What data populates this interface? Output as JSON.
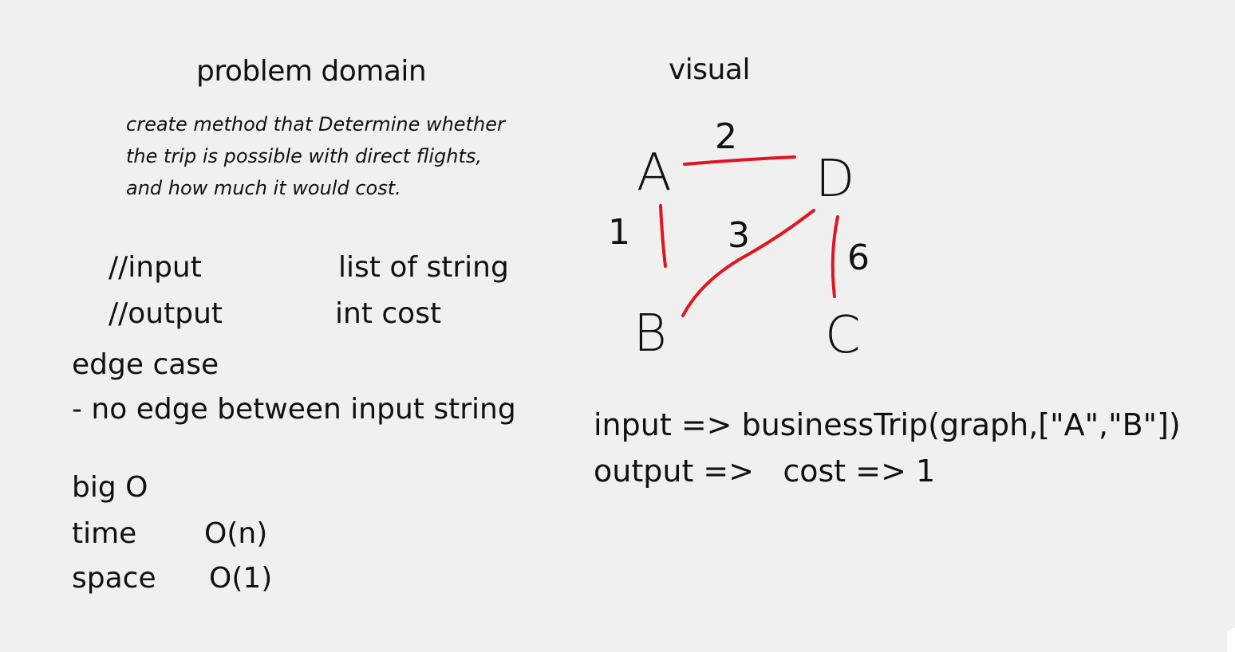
{
  "left": {
    "heading": "problem domain",
    "description": [
      "create method that Determine whether",
      "the trip is possible with direct flights,",
      "and how much it would cost."
    ],
    "io": {
      "input_label": "//input",
      "input_value": "list of string",
      "output_label": "//output",
      "output_value": "int cost"
    },
    "edge_case": {
      "heading": "edge case",
      "item": "- no edge between input string"
    },
    "big_o": {
      "heading": "big O",
      "time_label": "time",
      "time_value": "O(n)",
      "space_label": "space",
      "space_value": "O(1)"
    }
  },
  "right": {
    "heading": "visual",
    "graph": {
      "nodes": [
        "A",
        "D",
        "B",
        "C"
      ],
      "edges": [
        {
          "from": "A",
          "to": "D",
          "weight": "2"
        },
        {
          "from": "A",
          "to": "B",
          "weight": "1"
        },
        {
          "from": "D",
          "to": "B",
          "weight": "3"
        },
        {
          "from": "D",
          "to": "C",
          "weight": "6"
        }
      ],
      "edge_color": "#e0151f"
    },
    "example": {
      "input": "input => businessTrip(graph,[\"A\",\"B\"])",
      "output": "output =>   cost => 1"
    }
  }
}
